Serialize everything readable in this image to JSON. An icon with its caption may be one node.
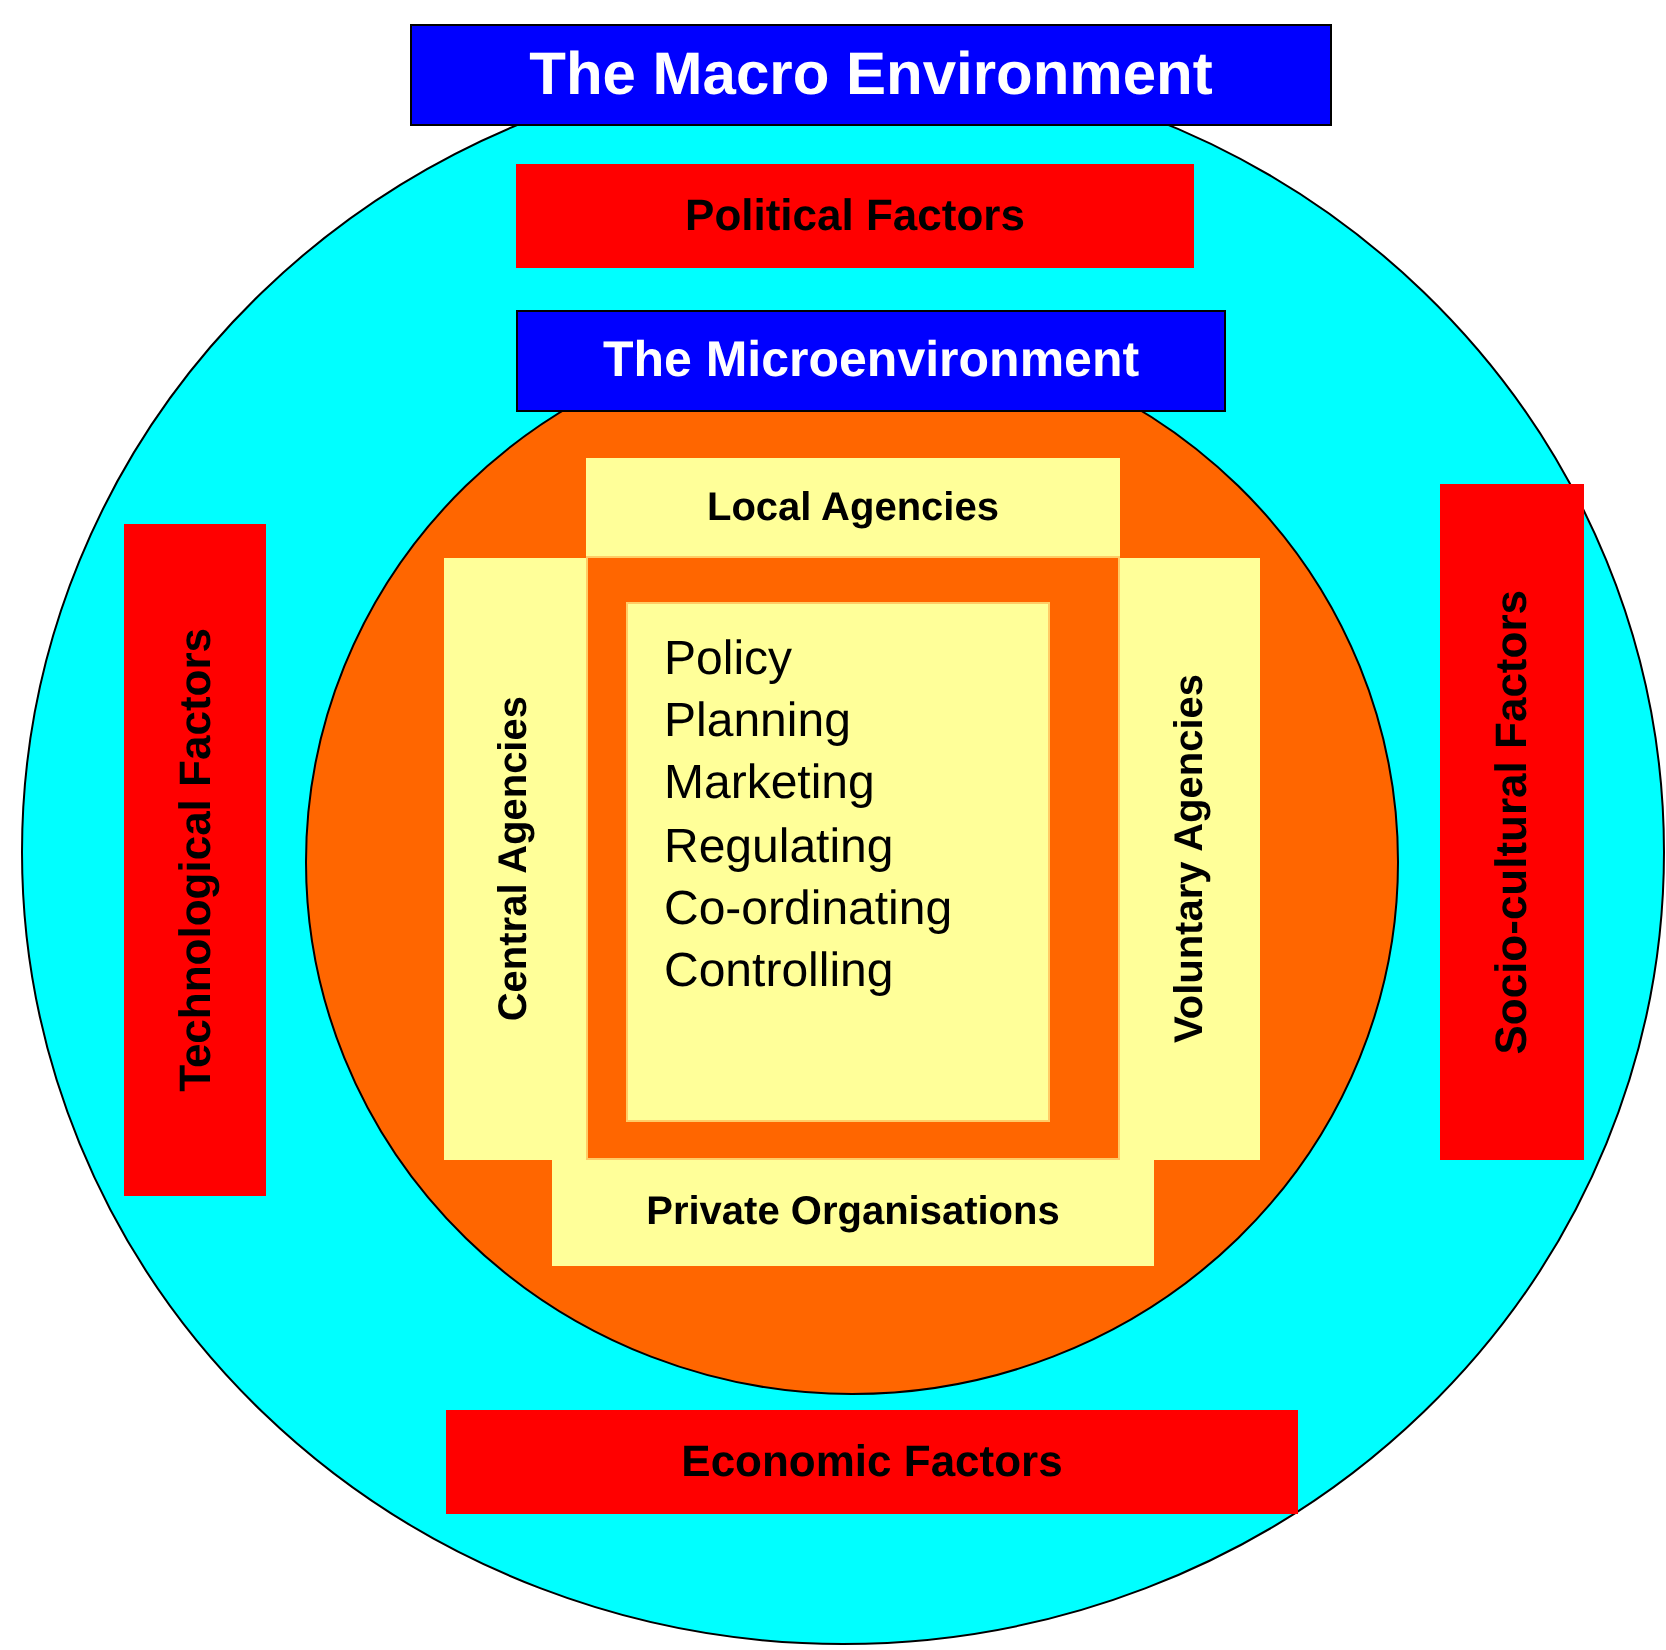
{
  "diagram": {
    "nodes": [
      {
        "text": [
          "The Macro Environment"
        ]
      },
      {
        "text": [
          "Political Factors"
        ],
        "in": 0
      },
      {
        "text": [
          "Technological Factors"
        ],
        "in": 0
      },
      {
        "text": [
          "Socio-cultural Factors"
        ],
        "in": 0
      },
      {
        "text": [
          "Economic Factors"
        ],
        "in": 0
      },
      {
        "text": [
          "The Microenvironment"
        ],
        "in": 0
      },
      {
        "text": [
          "Local Agencies"
        ],
        "in": 5
      },
      {
        "text": [
          "Central Agencies"
        ],
        "in": 5
      },
      {
        "text": [
          "Voluntary Agencies"
        ],
        "in": 5
      },
      {
        "text": [
          "Private Organisations"
        ],
        "in": 5
      },
      {
        "text": [],
        "shape": "box",
        "in": 5
      },
      {
        "text": [
          "Policy",
          "Planning",
          "Marketing",
          "Regulating",
          "Co-ordinating",
          "Controlling"
        ],
        "in": 10
      }
    ],
    "edges": []
  }
}
